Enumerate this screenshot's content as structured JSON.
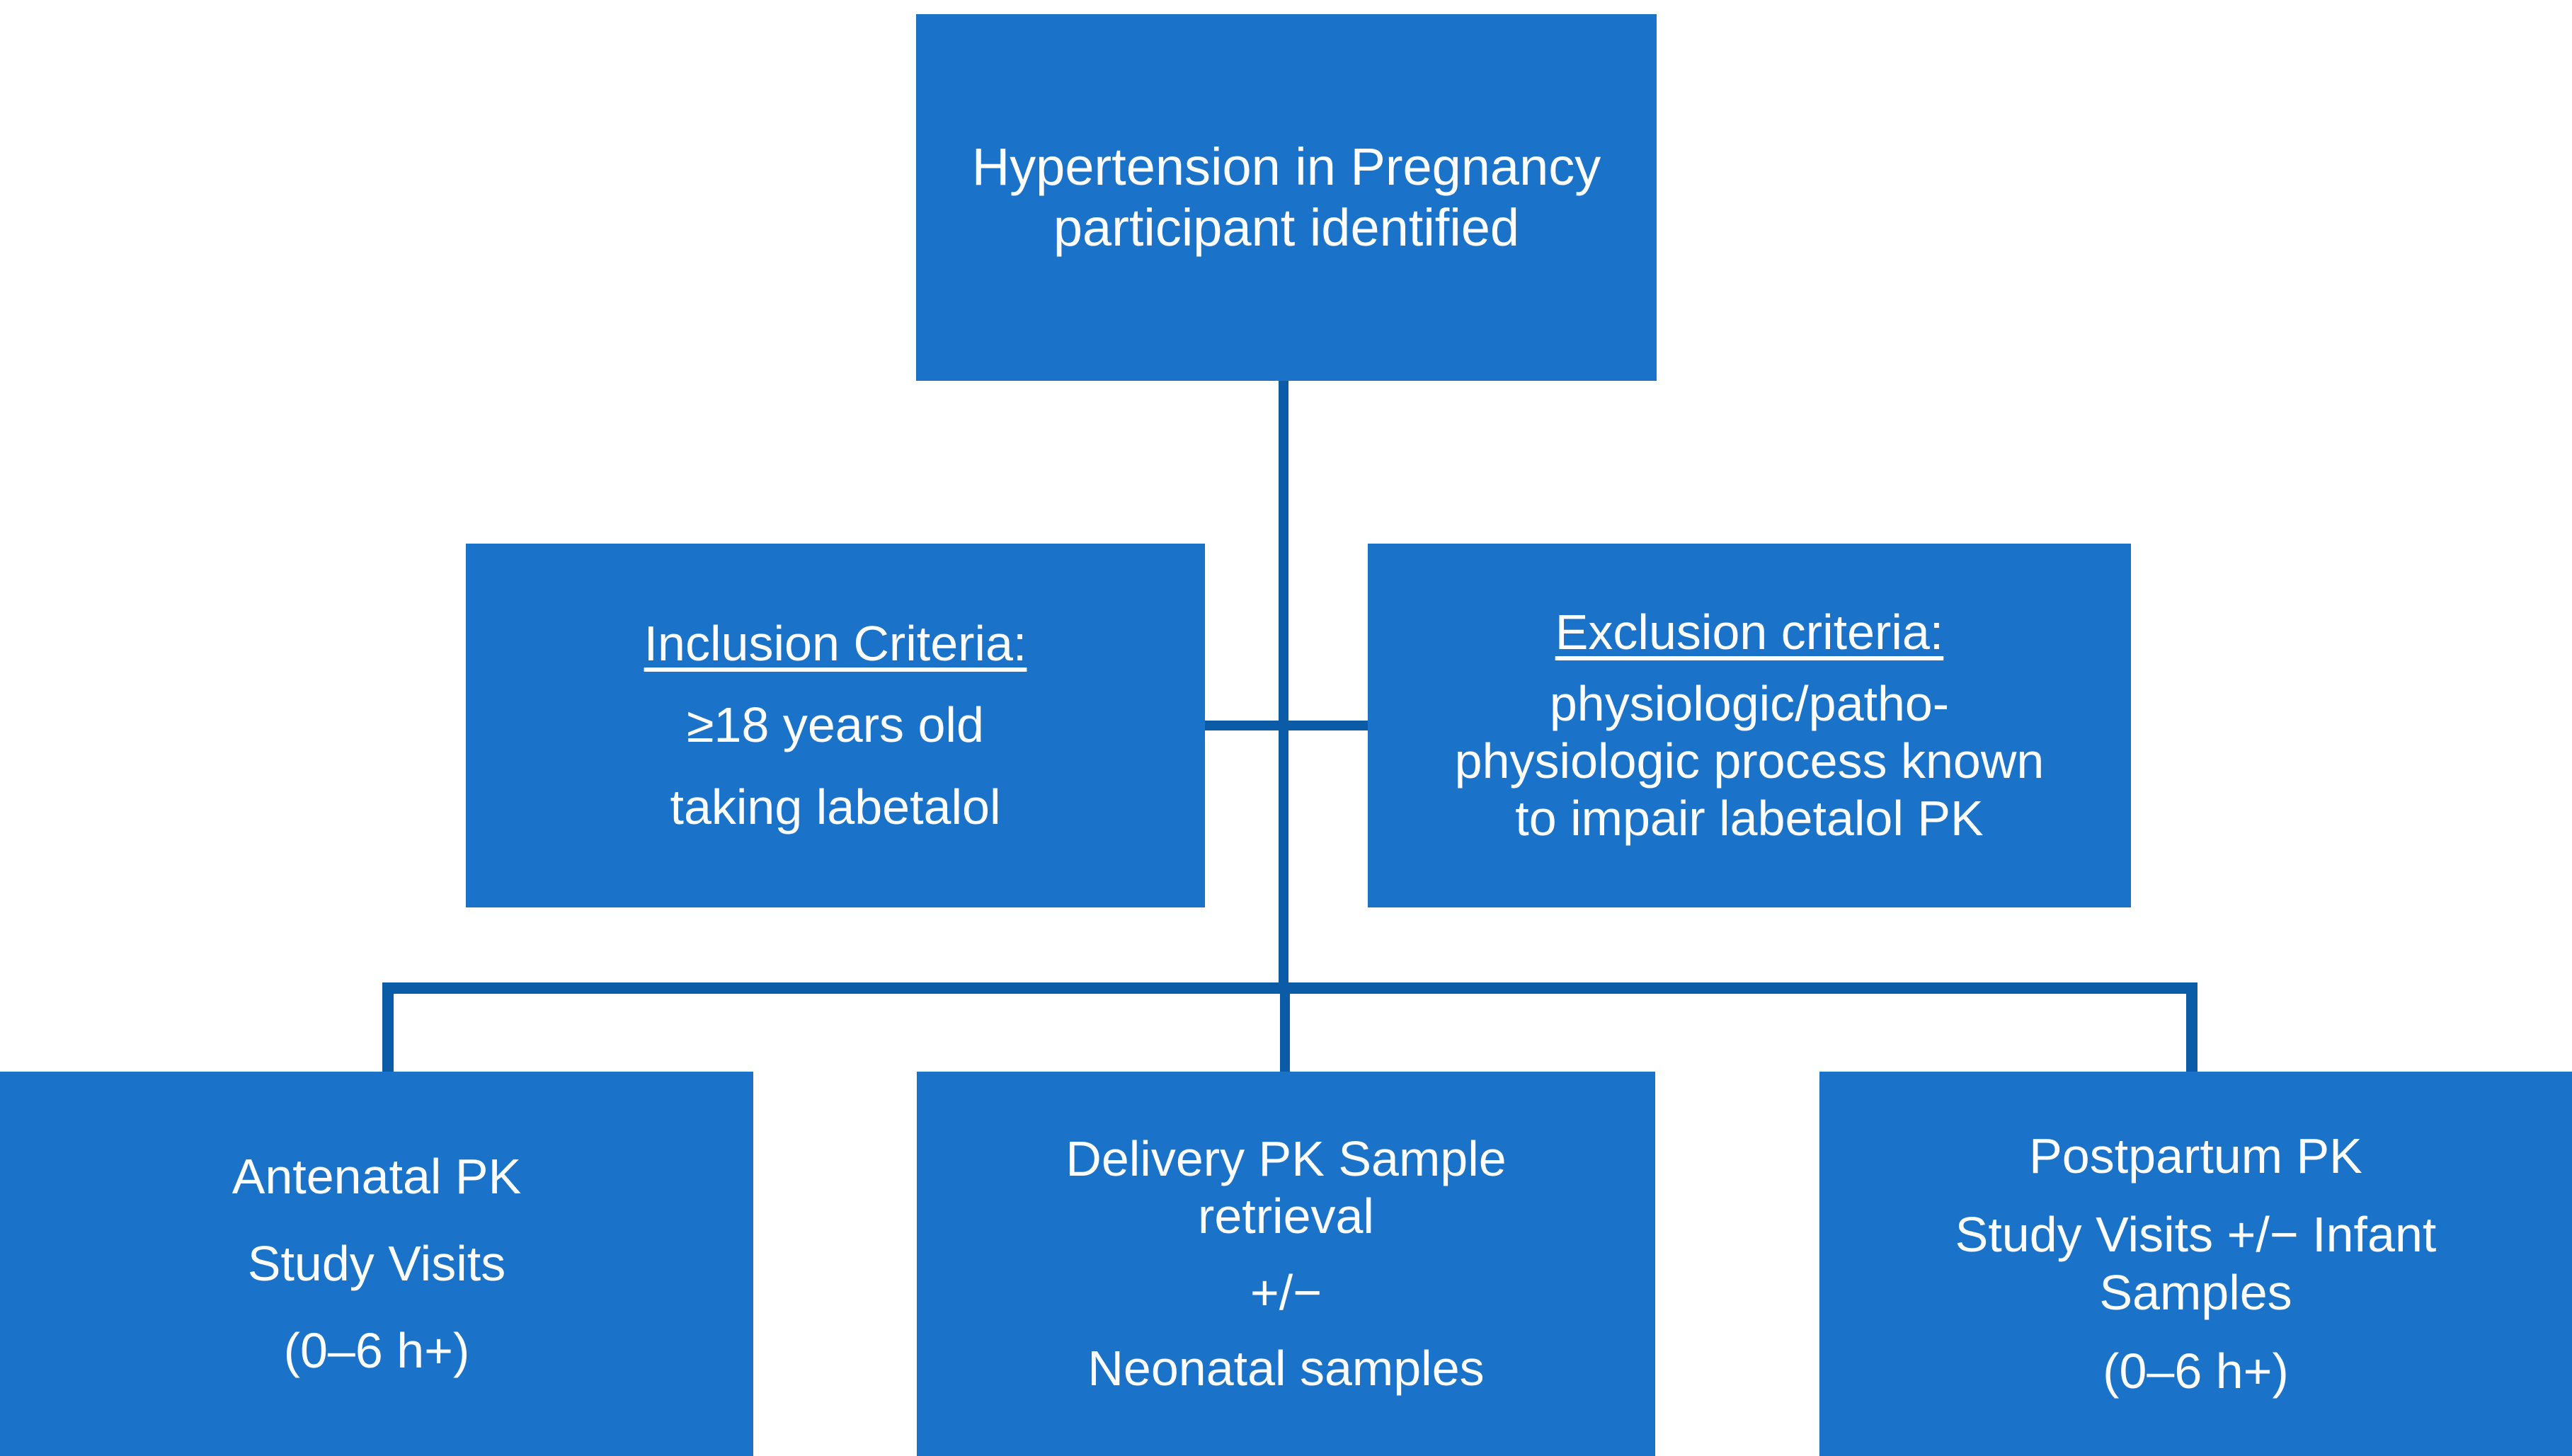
{
  "diagram": {
    "title": "Hypertension in Pregnancy labetalol PK study flow",
    "colors": {
      "node_fill": "#1B73C9",
      "node_text": "#FFFFFF",
      "connector": "#0C5BA6",
      "background": "#FFFFFF"
    },
    "nodes": {
      "root": {
        "name": "Hypertension in Pregnancy participant identified",
        "lines": [
          "Hypertension in Pregnancy",
          "participant identified"
        ]
      },
      "inclusion": {
        "name": "Inclusion Criteria",
        "heading": "Inclusion Criteria:",
        "lines": [
          "≥18 years old",
          "taking labetalol"
        ]
      },
      "exclusion": {
        "name": "Exclusion criteria",
        "heading": "Exclusion criteria:",
        "lines": [
          "physiologic/patho-",
          "physiologic process known",
          "to impair labetalol PK"
        ]
      },
      "antenatal": {
        "name": "Antenatal PK Study Visits",
        "lines": [
          "Antenatal PK",
          "Study Visits",
          "(0–6 h+)"
        ]
      },
      "delivery": {
        "name": "Delivery PK Sample retrieval",
        "lines": [
          "Delivery PK Sample",
          "retrieval",
          "+/−",
          "Neonatal samples"
        ]
      },
      "postpartum": {
        "name": "Postpartum PK Study Visits",
        "lines": [
          "Postpartum PK",
          "Study Visits +/− Infant",
          "Samples",
          "(0–6 h+)"
        ]
      }
    },
    "connectors": [
      {
        "name": "trunk-from-root",
        "from": "root",
        "to": "branch-bar"
      },
      {
        "name": "criteria-link",
        "from": "inclusion",
        "to": "exclusion"
      },
      {
        "name": "branch-bar",
        "from": "trunk",
        "to": "bottom-row"
      },
      {
        "name": "branch-left",
        "from": "branch-bar",
        "to": "antenatal"
      },
      {
        "name": "branch-middle",
        "from": "branch-bar",
        "to": "delivery"
      },
      {
        "name": "branch-right",
        "from": "branch-bar",
        "to": "postpartum"
      }
    ]
  }
}
